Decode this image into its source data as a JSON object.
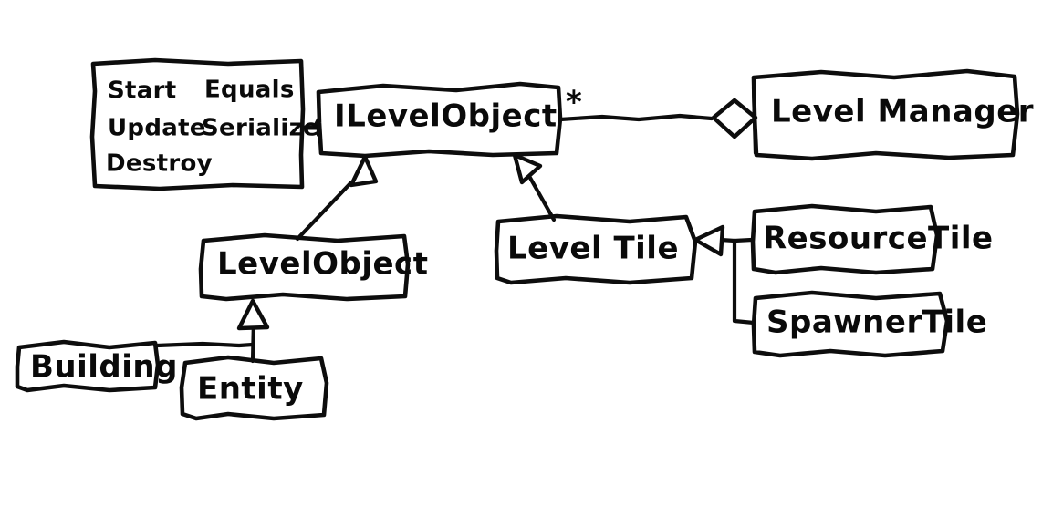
{
  "diagram": {
    "title": "Level system class diagram",
    "style": "hand-drawn-sketch",
    "stroke_color": "#0d0d0d",
    "background_color": "#ffffff"
  },
  "nodes": {
    "methods_box": {
      "name": "methods-box",
      "columns": [
        [
          "Start",
          "Update",
          "Destroy"
        ],
        [
          "Equals",
          "Serialize"
        ]
      ]
    },
    "ilevelobject": {
      "label": "ILevelObject",
      "multiplicity": "*"
    },
    "levelmanager": {
      "label": "Level Manager"
    },
    "levelobject": {
      "label": "LevelObject"
    },
    "leveltile": {
      "label": "Level Tile"
    },
    "resourcetile": {
      "label": "ResourceTile"
    },
    "spawnertile": {
      "label": "SpawnerTile"
    },
    "building": {
      "label": "Building"
    },
    "entity": {
      "label": "Entity"
    }
  },
  "edges": [
    {
      "name": "methods-to-ilevelobject",
      "from": "methods_box",
      "to": "ilevelobject",
      "type": "note-link"
    },
    {
      "name": "ilevelobject-to-levelmanager",
      "from": "ilevelobject",
      "to": "levelmanager",
      "type": "aggregation",
      "multiplicity": "*"
    },
    {
      "name": "levelobject-to-ilevelobject",
      "from": "levelobject",
      "to": "ilevelobject",
      "type": "inheritance"
    },
    {
      "name": "leveltile-to-ilevelobject",
      "from": "leveltile",
      "to": "ilevelobject",
      "type": "inheritance"
    },
    {
      "name": "entity-to-levelobject",
      "from": "entity",
      "to": "levelobject",
      "type": "inheritance"
    },
    {
      "name": "building-to-levelobject",
      "from": "building",
      "to": "levelobject",
      "type": "inheritance"
    },
    {
      "name": "resourcetile-to-leveltile",
      "from": "resourcetile",
      "to": "leveltile",
      "type": "inheritance"
    },
    {
      "name": "spawnertile-to-leveltile",
      "from": "spawnertile",
      "to": "leveltile",
      "type": "inheritance"
    }
  ]
}
